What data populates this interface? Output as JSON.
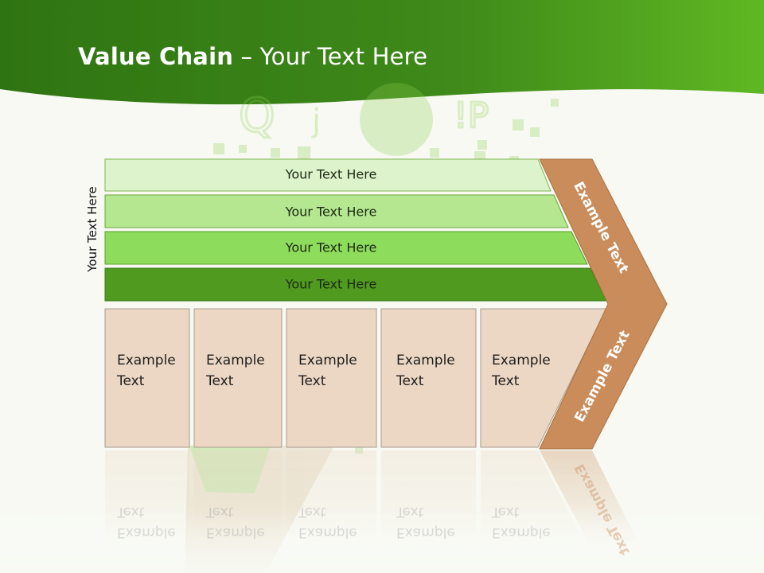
{
  "slide": {
    "title_bold": "Value Chain",
    "title_rest": " – Your Text Here",
    "side_label": "Your Text Here",
    "bands": [
      {
        "label": "Your Text Here"
      },
      {
        "label": "Your Text Here"
      },
      {
        "label": "Your Text Here"
      },
      {
        "label": "Your Text Here"
      }
    ],
    "boxes": [
      {
        "label": "Example\nText"
      },
      {
        "label": "Example\nText"
      },
      {
        "label": "Example\nText"
      },
      {
        "label": "Example\nText"
      },
      {
        "label": "Example\nText"
      }
    ],
    "chevron_upper": "Example Text",
    "chevron_lower": "Example Text"
  },
  "colors": {
    "header_green": "#3f8a1a",
    "band_1": "#dcf3cc",
    "band_2": "#b5e690",
    "band_3": "#8edc5c",
    "band_4": "#4f9a1f",
    "box_fill": "#ecd7c4",
    "chevron": "#c98c5a"
  }
}
